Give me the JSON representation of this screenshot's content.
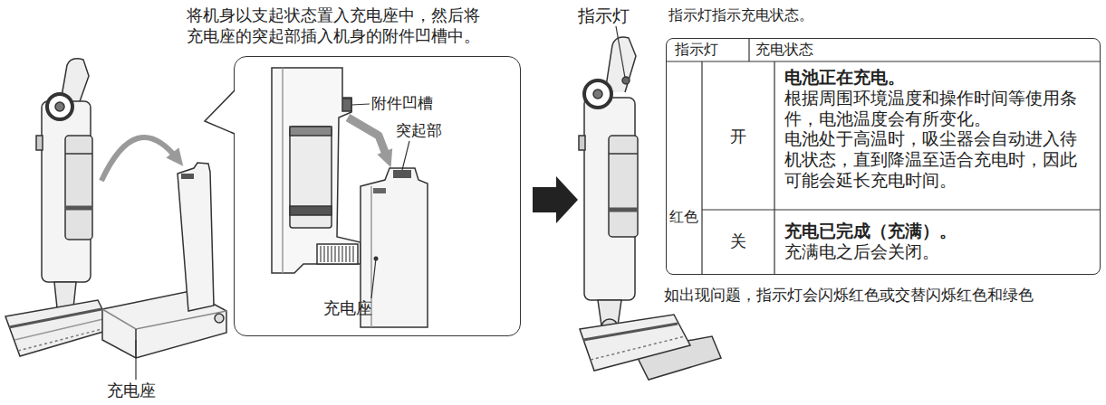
{
  "diagram": {
    "nodes": [
      {
        "text": [
          "将机身以支起状态置入充电座中，然后将充电座的突起部插入机身的附件凹槽中。"
        ]
      },
      {
        "text": [
          "指示灯指示充电状态。"
        ]
      }
    ],
    "labels": [
      "附件凹槽",
      "突起部",
      "充电座",
      "充电座",
      "指示灯",
      "指示灯",
      "充电状态",
      "红色",
      "开",
      "电池正在充电。",
      "根据周围环境温度和操作时间等使用条件，电池温度会有所变化。",
      "电池处于高温时，吸尘器会自动进入待机状态，直到降温至适合充电时，因此可能会延长充电时间。",
      "关",
      "充电已完成（充满）。",
      "充满电之后会关闭。",
      "如出现问题，指示灯会闪烁红色或交替闪烁红色和绿色"
    ]
  }
}
